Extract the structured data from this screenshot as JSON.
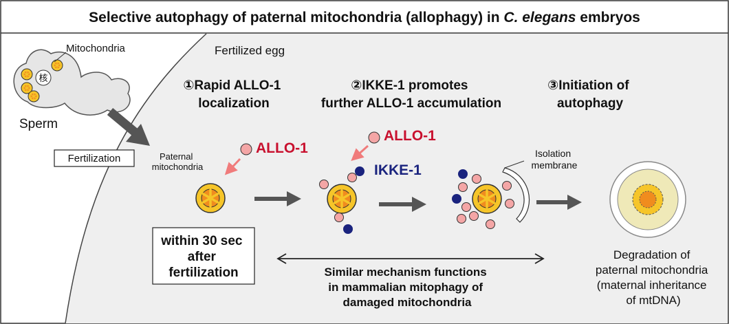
{
  "title": {
    "pre": "Selective autophagy of paternal mitochondria (allophagy) in ",
    "italic": "C. elegans",
    "post": " embryos"
  },
  "sperm": {
    "mitochondria_label": "Mitochondria",
    "nucleus_label": "核",
    "label": "Sperm"
  },
  "fertilized_egg_label": "Fertilized egg",
  "fertilization_label": "Fertilization",
  "paternal_mito_label": [
    "Paternal",
    "mitochondria"
  ],
  "steps": [
    {
      "lines": [
        "①Rapid ALLO-1",
        "localization"
      ]
    },
    {
      "lines": [
        "②IKKE-1 promotes",
        "further ALLO-1 accumulation"
      ]
    },
    {
      "lines": [
        "③Initiation of",
        "autophagy"
      ]
    }
  ],
  "allo1_label": "ALLO-1",
  "ikke1_label": "IKKE-1",
  "isolation_membrane_label": [
    "Isolation",
    "membrane"
  ],
  "within_box": [
    "within 30 sec",
    "after",
    "fertilization"
  ],
  "similar_mechanism": [
    "Similar mechanism functions",
    "in mammalian mitophagy of",
    "damaged mitochondria"
  ],
  "degradation": [
    "Degradation of",
    "paternal mitochondria",
    "(maternal inheritance",
    "of mtDNA)"
  ],
  "colors": {
    "allo1_red": "#c8102e",
    "ikke1_navy": "#1a237e",
    "mito_yellow": "#f6c529",
    "mito_orange": "#f08c1e",
    "allo1_pink": "#f4a6a6",
    "egg_gray": "#efefef",
    "arrow_gray": "#555555",
    "pink_arrow": "#f07b7b"
  }
}
